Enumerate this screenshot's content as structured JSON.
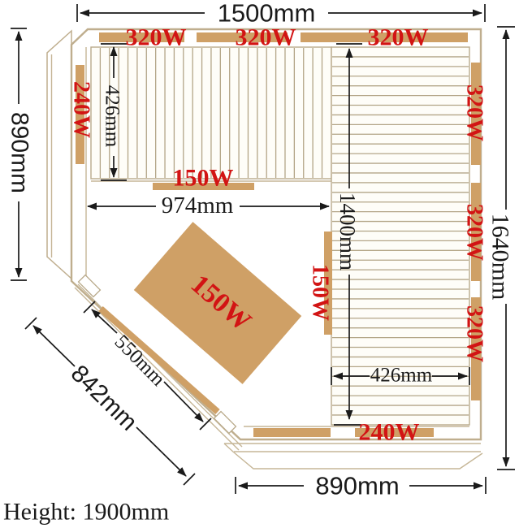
{
  "diagram": {
    "height_note": "Height: 1900mm",
    "dimensions": {
      "top_width": "1500mm",
      "left_height": "890mm",
      "right_height": "1640mm",
      "bottom_width": "890mm",
      "front_diagonal": "842mm",
      "door_width": "550mm",
      "floor_width": "974mm",
      "right_bench_length": "1400mm",
      "top_bench_depth": "426mm",
      "right_bench_depth": "426mm"
    },
    "heaters": {
      "top_wall": [
        "320W",
        "320W",
        "320W"
      ],
      "right_wall": [
        "320W",
        "320W",
        "320W"
      ],
      "left_wall": "240W",
      "bottom_wall": "240W",
      "top_bench_front": "150W",
      "right_bench_side": "150W",
      "floor_panel": "150W"
    },
    "colors": {
      "wood": "#CFA066",
      "wood_outline": "#BFAE8E",
      "slat_line": "#B3A587",
      "heater_red": "#D21414",
      "dimension_black": "#1A1A1A",
      "background": "#FFFFFF"
    }
  }
}
